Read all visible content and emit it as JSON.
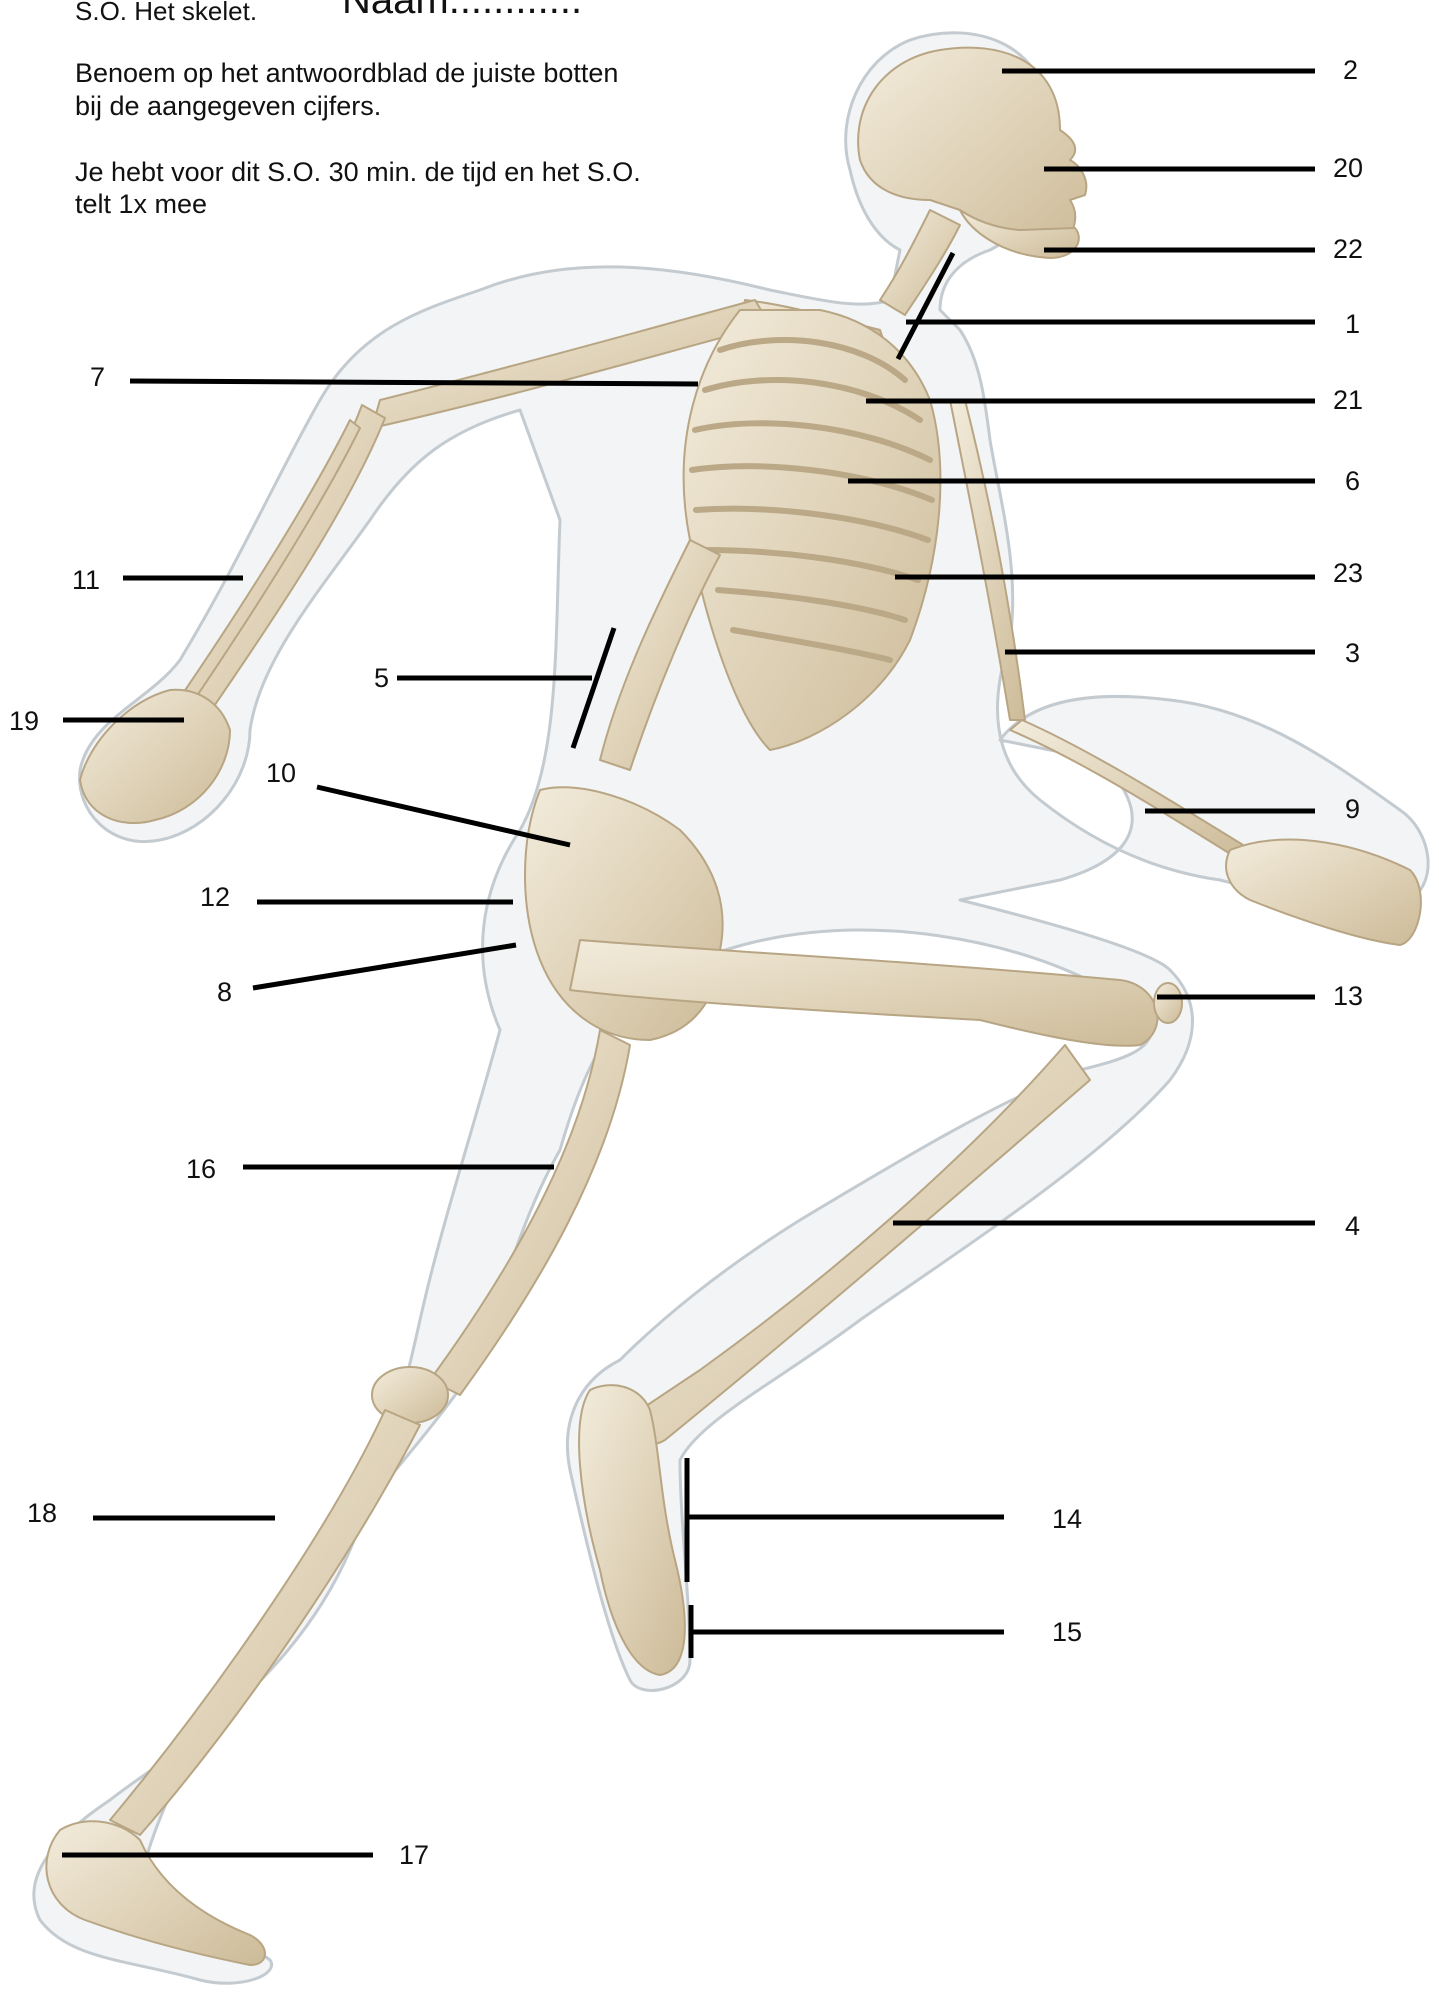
{
  "header": {
    "title": "S.O. Het skelet.",
    "name_field": "Naam............"
  },
  "instructions": {
    "line1": "Benoem op het antwoordblad de juiste botten",
    "line2": "bij de aangegeven cijfers.",
    "line3": "Je hebt voor dit S.O. 30 min. de tijd en het S.O.",
    "line4": "telt 1x mee"
  },
  "labels": {
    "n1": "1",
    "n2": "2",
    "n3": "3",
    "n4": "4",
    "n5": "5",
    "n6": "6",
    "n7": "7",
    "n8": "8",
    "n9": "9",
    "n10": "10",
    "n11": "11",
    "n12": "12",
    "n13": "13",
    "n14": "14",
    "n15": "15",
    "n16": "16",
    "n17": "17",
    "n18": "18",
    "n19": "19",
    "n20": "20",
    "n21": "21",
    "n22": "22",
    "n23": "23"
  },
  "colors": {
    "bone": "#e7dcc4",
    "bone_shadow": "#c9b896",
    "skin": "#eef0f1",
    "skin_outline": "#c7cdd2",
    "leader_line": "#000000"
  }
}
